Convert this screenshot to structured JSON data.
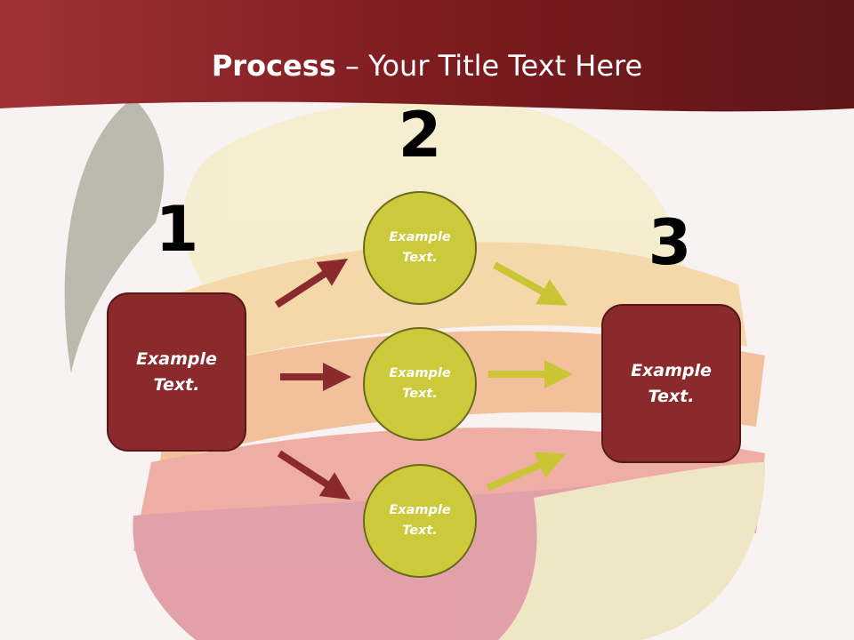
{
  "slide": {
    "title_bold": "Process",
    "title_rest": " – Your Title Text Here"
  },
  "steps": {
    "one": {
      "number": "1",
      "box_text": "Example\nText."
    },
    "two": {
      "number": "2",
      "circles": [
        {
          "text": "Example\nText."
        },
        {
          "text": "Example\nText."
        },
        {
          "text": "Example\nText."
        }
      ]
    },
    "three": {
      "number": "3",
      "box_text": "Example\nText."
    }
  },
  "colors": {
    "header": "#8a2326",
    "box_fill": "#8b2a2c",
    "circle_fill": "#ccc93a",
    "arrow_left": "#8b2a2c",
    "arrow_right": "#c9c534"
  }
}
